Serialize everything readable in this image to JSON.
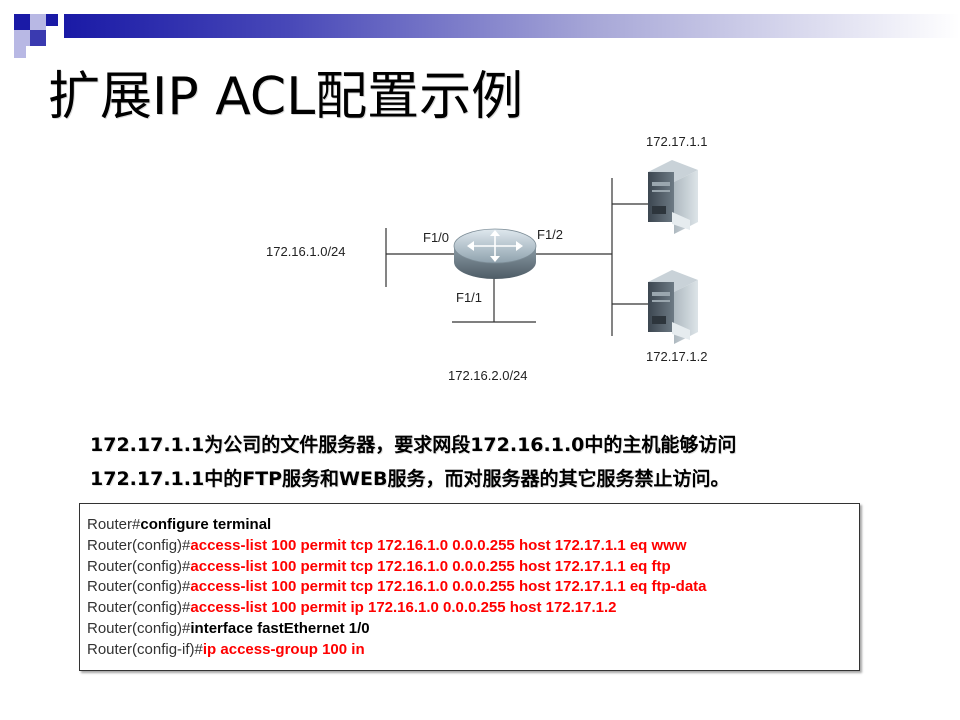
{
  "slide": {
    "title": "扩展IP ACL配置示例"
  },
  "diagram": {
    "router_interfaces": {
      "f1_0": "F1/0",
      "f1_1": "F1/1",
      "f1_2": "F1/2"
    },
    "networks": {
      "left": "172.16.1.0/24",
      "bottom": "172.16.2.0/24"
    },
    "servers": [
      {
        "ip": "172.17.1.1"
      },
      {
        "ip": "172.17.1.2"
      }
    ]
  },
  "description": {
    "line1": "172.17.1.1为公司的文件服务器，要求网段172.16.1.0中的主机能够访问",
    "line2": "172.17.1.1中的FTP服务和WEB服务，而对服务器的其它服务禁止访问。"
  },
  "commands": [
    {
      "prompt": "Router#",
      "text": "configure terminal",
      "color": "#000000"
    },
    {
      "prompt": "Router(config)#",
      "text": "access-list 100 permit tcp 172.16.1.0 0.0.0.255 host 172.17.1.1 eq www",
      "color": "#ff0000"
    },
    {
      "prompt": "Router(config)#",
      "text": "access-list 100 permit tcp 172.16.1.0 0.0.0.255 host 172.17.1.1 eq ftp",
      "color": "#ff0000"
    },
    {
      "prompt": "Router(config)#",
      "text": "access-list 100 permit tcp 172.16.1.0 0.0.0.255 host 172.17.1.1 eq ftp-data",
      "color": "#ff0000"
    },
    {
      "prompt": "Router(config)#",
      "text": "access-list 100 permit ip 172.16.1.0 0.0.0.255 host 172.17.1.2",
      "color": "#ff0000"
    },
    {
      "prompt": "Router(config)#",
      "text": "interface fastEthernet 1/0",
      "color": "#000000"
    },
    {
      "prompt": "Router(config-if)#",
      "text": "ip access-group 100 in",
      "color": "#ff0000"
    }
  ],
  "colors": {
    "header_dark": "#1a1aa6",
    "header_light": "#a9a9d8",
    "command_highlight": "#ff0000"
  }
}
